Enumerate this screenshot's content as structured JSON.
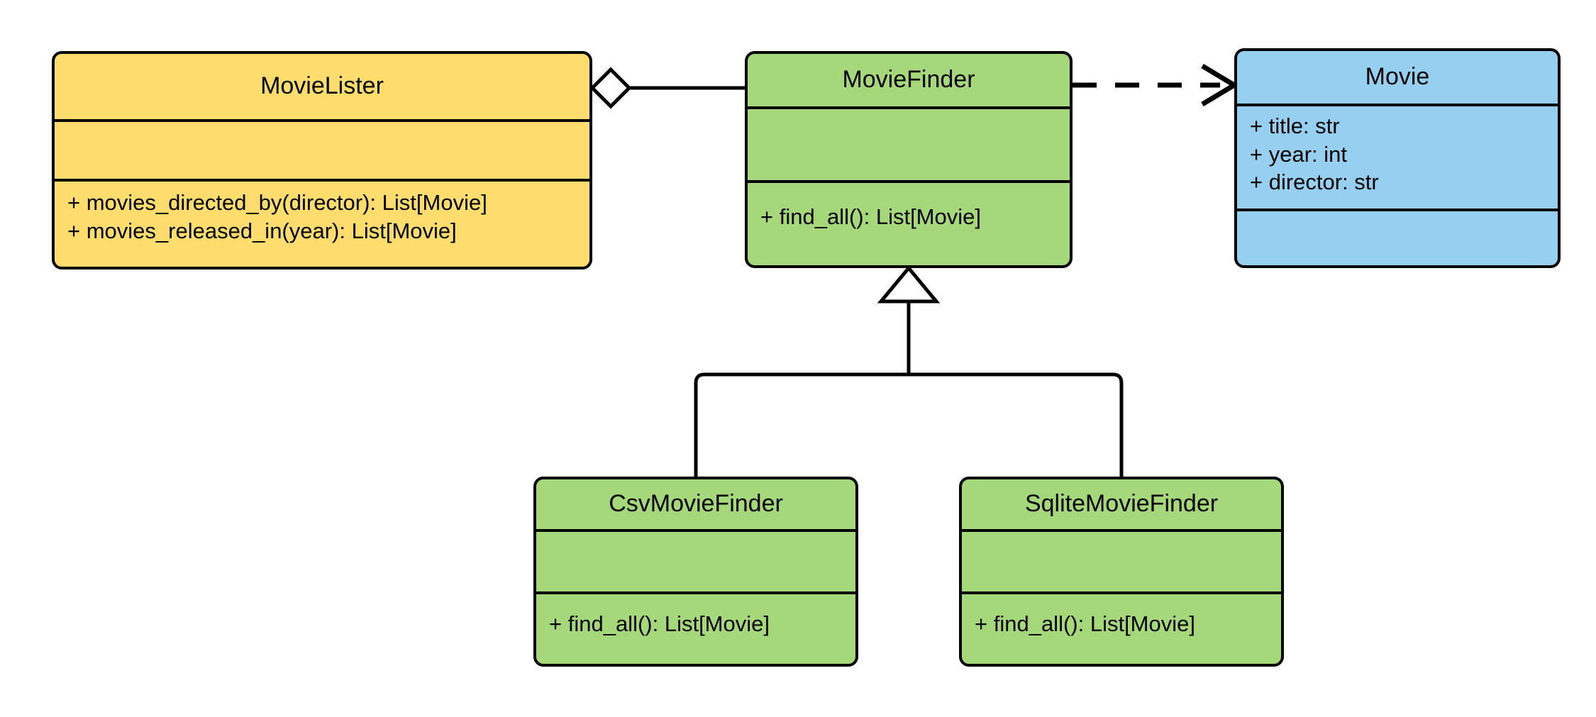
{
  "diagram": {
    "kind": "uml-class-diagram",
    "title": "Movie Lister dependency injection class diagram",
    "background_color": "#ffffff",
    "line_color": "#000000"
  },
  "palette": {
    "yellow": "#FFDC6E",
    "green": "#A5D87A",
    "blue": "#96CFF0",
    "stroke": "#000000",
    "white": "#FFFFFF"
  },
  "classes": [
    {
      "id": "movie-lister",
      "name": "MovieLister",
      "fill": "#FFDC6E",
      "attributes": [],
      "methods": [
        "+ movies_directed_by(director): List[Movie]",
        "+ movies_released_in(year): List[Movie]"
      ]
    },
    {
      "id": "movie-finder",
      "name": "MovieFinder",
      "fill": "#A5D87A",
      "attributes": [],
      "methods": [
        "+ find_all(): List[Movie]"
      ]
    },
    {
      "id": "movie",
      "name": "Movie",
      "fill": "#96CFF0",
      "attributes": [
        "+ title: str",
        "+ year: int",
        "+ director: str"
      ],
      "methods": []
    },
    {
      "id": "csv-movie-finder",
      "name": "CsvMovieFinder",
      "fill": "#A5D87A",
      "attributes": [],
      "methods": [
        "+ find_all(): List[Movie]"
      ]
    },
    {
      "id": "sqlite-movie-finder",
      "name": "SqliteMovieFinder",
      "fill": "#A5D87A",
      "attributes": [],
      "methods": [
        "+ find_all(): List[Movie]"
      ]
    }
  ],
  "relationships": [
    {
      "id": "lister-aggregates-finder",
      "type": "aggregation",
      "from": "movie-lister",
      "to": "movie-finder",
      "marker": "hollow-diamond",
      "line_style": "solid",
      "label": ""
    },
    {
      "id": "finder-depends-on-movie",
      "type": "dependency",
      "from": "movie-finder",
      "to": "movie",
      "marker": "open-arrow",
      "line_style": "dashed",
      "label": ""
    },
    {
      "id": "csv-inherits-finder",
      "type": "generalization",
      "from": "csv-movie-finder",
      "to": "movie-finder",
      "marker": "hollow-triangle",
      "line_style": "solid",
      "label": ""
    },
    {
      "id": "sqlite-inherits-finder",
      "type": "generalization",
      "from": "sqlite-movie-finder",
      "to": "movie-finder",
      "marker": "hollow-triangle",
      "line_style": "solid",
      "label": ""
    }
  ]
}
